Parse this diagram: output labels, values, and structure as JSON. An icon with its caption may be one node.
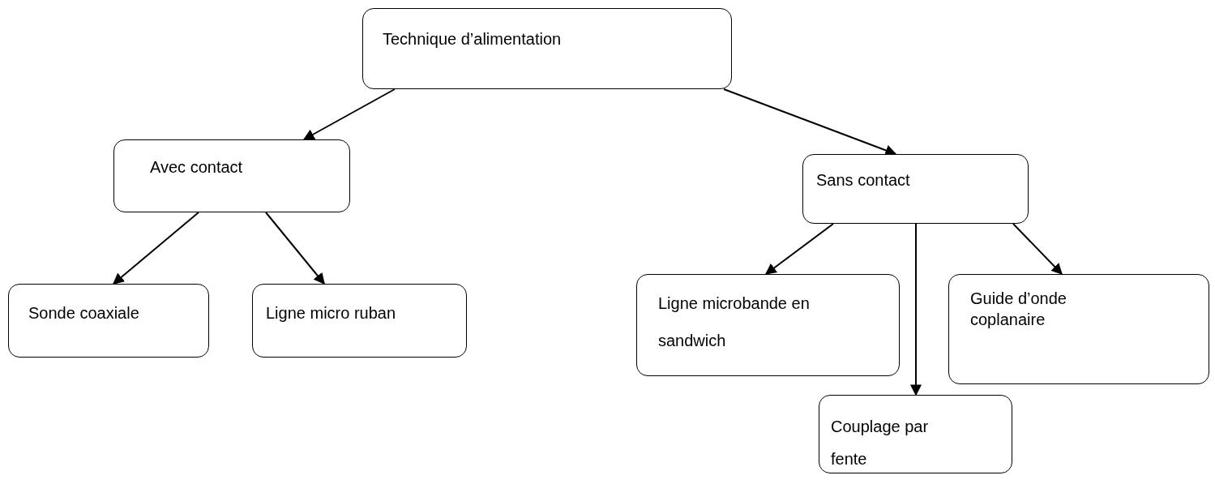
{
  "diagram": {
    "nodes": [
      {
        "text": [
          "Technique d’alimentation"
        ]
      },
      {
        "text": [
          "Avec contact"
        ]
      },
      {
        "text": [
          "Sans contact"
        ]
      },
      {
        "text": [
          "Sonde coaxiale"
        ]
      },
      {
        "text": [
          "Ligne micro ruban"
        ]
      },
      {
        "text": [
          "Ligne microbande en sandwich"
        ]
      },
      {
        "text": [
          "Guide d’onde coplanaire"
        ]
      },
      {
        "text": [
          "Couplage par fente"
        ]
      }
    ],
    "edges": [
      {
        "from": 0,
        "to": 1,
        "arrow": "to"
      },
      {
        "from": 0,
        "to": 2,
        "arrow": "to"
      },
      {
        "from": 1,
        "to": 3,
        "arrow": "to"
      },
      {
        "from": 1,
        "to": 4,
        "arrow": "to"
      },
      {
        "from": 2,
        "to": 5,
        "arrow": "to"
      },
      {
        "from": 2,
        "to": 7,
        "arrow": "to"
      },
      {
        "from": 2,
        "to": 6,
        "arrow": "to"
      }
    ]
  }
}
